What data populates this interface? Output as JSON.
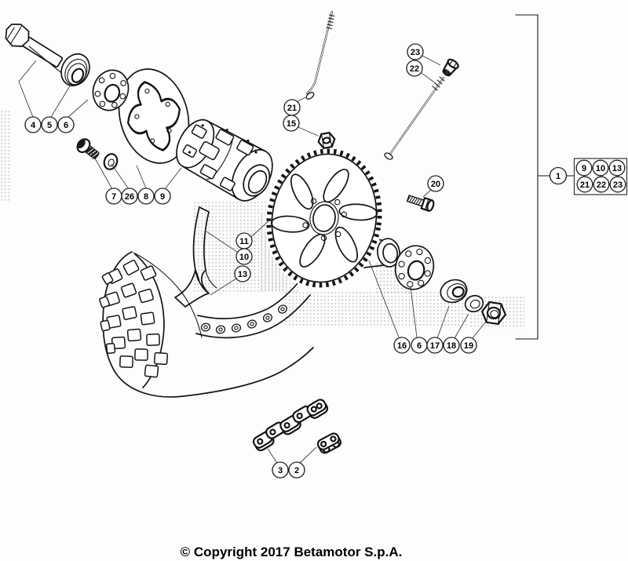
{
  "diagram": {
    "copyright": "© Copyright 2017 Betamotor S.p.A.",
    "callouts": [
      {
        "label": "4"
      },
      {
        "label": "5"
      },
      {
        "label": "6"
      },
      {
        "label": "7"
      },
      {
        "label": "26"
      },
      {
        "label": "8"
      },
      {
        "label": "9"
      },
      {
        "label": "11"
      },
      {
        "label": "10"
      },
      {
        "label": "13"
      },
      {
        "label": "21"
      },
      {
        "label": "15"
      },
      {
        "label": "23"
      },
      {
        "label": "22"
      },
      {
        "label": "20"
      },
      {
        "label": "16"
      },
      {
        "label": "6"
      },
      {
        "label": "17"
      },
      {
        "label": "18"
      },
      {
        "label": "19"
      },
      {
        "label": "3"
      },
      {
        "label": "2"
      }
    ],
    "assembly": {
      "label": "1"
    },
    "group_box": {
      "row1": [
        "9",
        "10",
        "13"
      ],
      "row2": [
        "21",
        "22",
        "23"
      ]
    }
  }
}
